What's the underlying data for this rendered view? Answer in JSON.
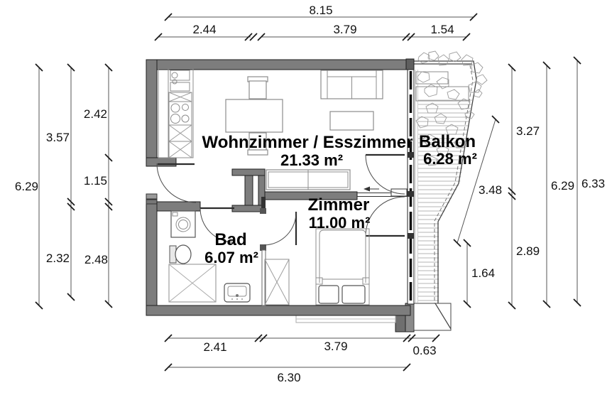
{
  "plan": {
    "rooms": {
      "living": {
        "name": "Wohnzimmer / Esszimmer",
        "area": "21.33 m²"
      },
      "balcony": {
        "name": "Balkon",
        "area": "6.28 m²"
      },
      "bedroom": {
        "name": "Zimmer",
        "area": "11.00 m²"
      },
      "bath": {
        "name": "Bad",
        "area": "6.07 m²"
      }
    },
    "dims": {
      "top_total": "8.15",
      "top_seg1": "2.44",
      "top_seg2": "3.79",
      "top_seg3": "1.54",
      "left_total": "6.29",
      "left_upper": "3.57",
      "left_lower": "2.32",
      "left_inner_upper": "2.42",
      "left_inner_mid": "1.15",
      "left_inner_lower": "2.48",
      "right_upper": "3.27",
      "right_slant": "3.48",
      "right_lower": "2.89",
      "right_bottom": "1.64",
      "right_total_inner": "6.29",
      "right_total_outer": "6.33",
      "bottom_seg1": "2.41",
      "bottom_seg2": "3.79",
      "bottom_seg3": "0.63",
      "bottom_total": "6.30"
    },
    "colors": {
      "wall": "#7d7d7d",
      "wall_dark": "#5f5f5f",
      "dimension_line": "#555555",
      "text": "#000000",
      "background": "#ffffff"
    }
  }
}
